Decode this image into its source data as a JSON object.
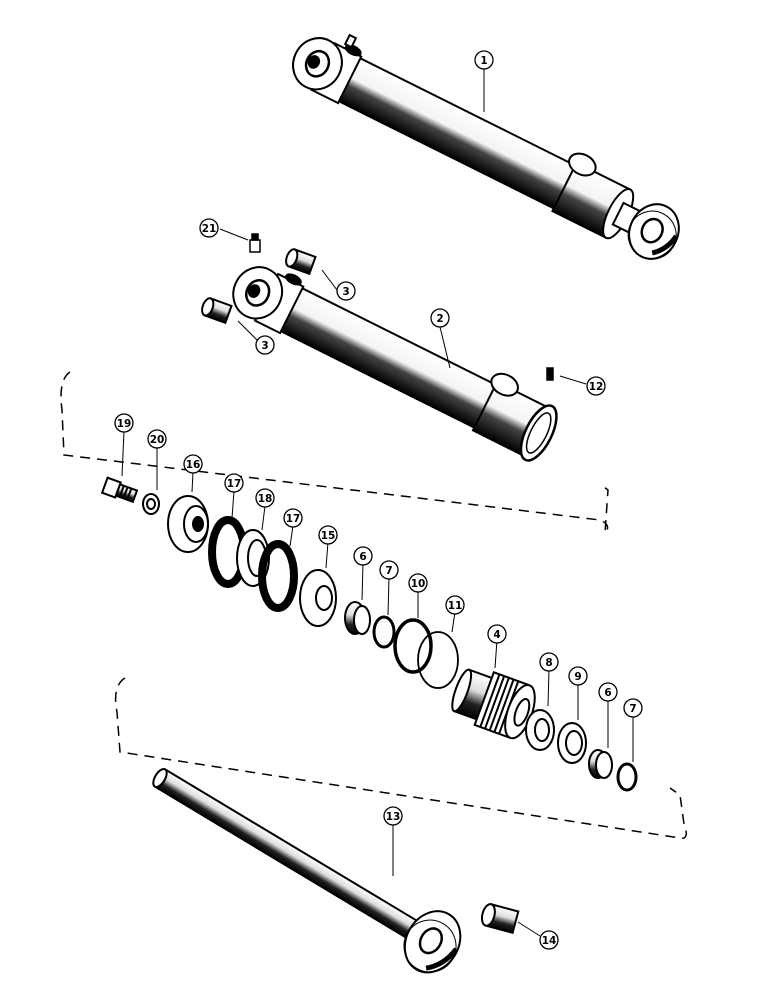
{
  "diagram": {
    "callouts": [
      {
        "id": "c1",
        "label": "1"
      },
      {
        "id": "c2",
        "label": "2"
      },
      {
        "id": "c3a",
        "label": "3"
      },
      {
        "id": "c3b",
        "label": "3"
      },
      {
        "id": "c4",
        "label": "4"
      },
      {
        "id": "c6a",
        "label": "6"
      },
      {
        "id": "c6b",
        "label": "6"
      },
      {
        "id": "c7a",
        "label": "7"
      },
      {
        "id": "c7b",
        "label": "7"
      },
      {
        "id": "c8",
        "label": "8"
      },
      {
        "id": "c9",
        "label": "9"
      },
      {
        "id": "c10",
        "label": "10"
      },
      {
        "id": "c11",
        "label": "11"
      },
      {
        "id": "c12",
        "label": "12"
      },
      {
        "id": "c13",
        "label": "13"
      },
      {
        "id": "c14",
        "label": "14"
      },
      {
        "id": "c15",
        "label": "15"
      },
      {
        "id": "c16",
        "label": "16"
      },
      {
        "id": "c17a",
        "label": "17"
      },
      {
        "id": "c17b",
        "label": "17"
      },
      {
        "id": "c18",
        "label": "18"
      },
      {
        "id": "c19",
        "label": "19"
      },
      {
        "id": "c20",
        "label": "20"
      },
      {
        "id": "c21",
        "label": "21"
      }
    ]
  }
}
